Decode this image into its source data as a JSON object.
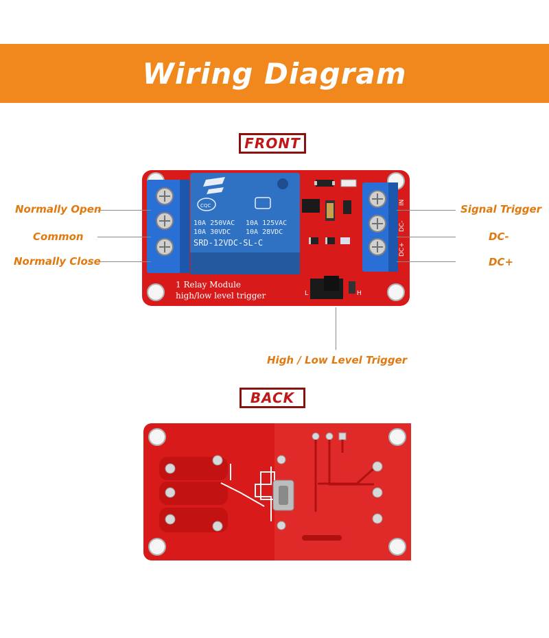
{
  "header": {
    "title": "Wiring Diagram"
  },
  "front": {
    "label": "FRONT",
    "callouts": {
      "normally_open": "Normally Open",
      "common": "Common",
      "normally_close": "Normally Close",
      "signal_trigger": "Signal Trigger",
      "dc_minus": "DC-",
      "dc_plus": "DC+",
      "level_trigger": "High / Low Level Trigger"
    },
    "relay": {
      "rating_left_1": "10A 250VAC",
      "rating_left_2": "10A  30VDC",
      "rating_right_1": "10A 125VAC",
      "rating_right_2": "10A 28VDC",
      "model": "SRD-12VDC-SL-C",
      "cert_mark": "CQC"
    },
    "silkscreen": {
      "line1": "1 Relay  Module",
      "line2": "high/low level trigger",
      "pin_in": "IN",
      "pin_dcm": "DC-",
      "pin_dcp": "DC+",
      "jumper_l": "L",
      "jumper_h": "H"
    }
  },
  "back": {
    "label": "BACK"
  },
  "colors": {
    "banner": "#f0881e",
    "callout_text": "#e07a10",
    "label_text": "#c01818",
    "label_border": "#8a1010",
    "pcb": "#d81a1a",
    "relay": "#2f72c4",
    "terminal": "#2a6fd6"
  }
}
